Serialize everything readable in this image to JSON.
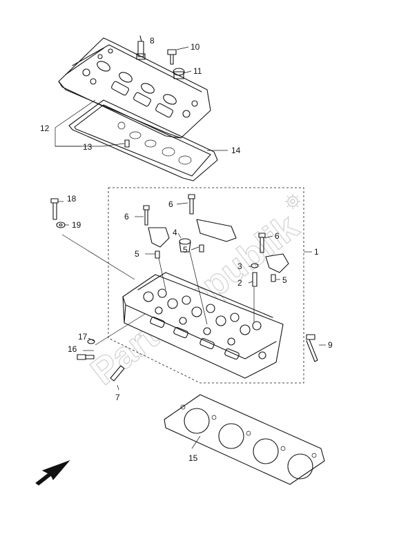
{
  "diagram": {
    "watermark": "PartsRepublik",
    "callouts": [
      "1",
      "2",
      "3",
      "4",
      "5",
      "5",
      "5",
      "6",
      "6",
      "6",
      "7",
      "8",
      "9",
      "10",
      "11",
      "12",
      "13",
      "14",
      "15",
      "16",
      "17",
      "18",
      "19"
    ],
    "direction_arrow": "front-arrow-icon",
    "watermark_icon": "gear-icon"
  }
}
